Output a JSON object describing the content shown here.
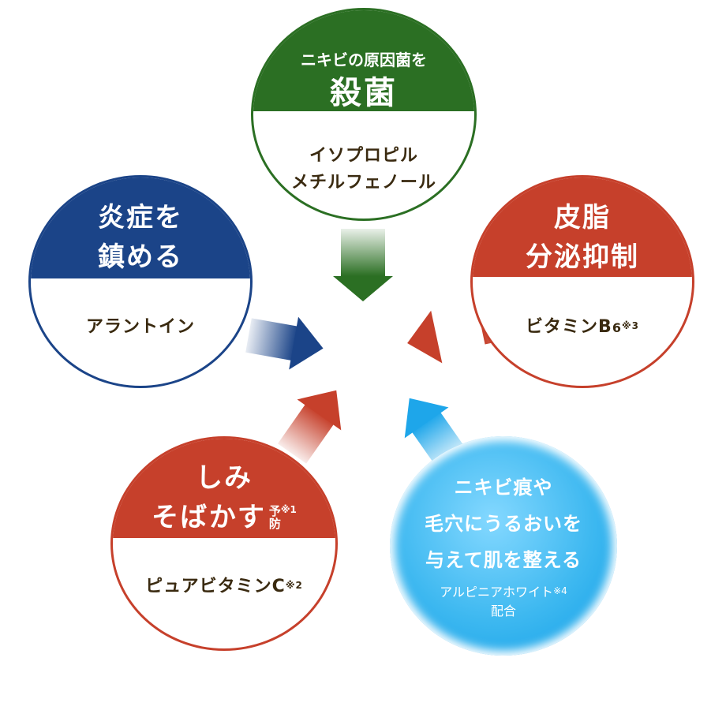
{
  "circles": {
    "sterilize": {
      "top_label": "ニキビの原因菌を",
      "title": "殺菌",
      "ingredient_line1": "イソプロピル",
      "ingredient_line2": "メチルフェノール",
      "color": "#2b6f23"
    },
    "inflammation": {
      "title_line1": "炎症を",
      "title_line2": "鎮める",
      "ingredient": "アラントイン",
      "color": "#1b4488"
    },
    "sebum": {
      "title_line1": "皮脂",
      "title_line2": "分泌抑制",
      "ingredient_name": "ビタミンB",
      "ingredient_sub": "6",
      "ingredient_note": "※3",
      "color": "#c6402b"
    },
    "spots": {
      "title_line1": "しみ",
      "title_line2": "そばかす",
      "prevent_char1": "予",
      "prevent_char2": "防",
      "prevent_note": "※1",
      "ingredient": "ピュアビタミンC",
      "ingredient_note": "※2",
      "color": "#c6402b"
    },
    "moisture": {
      "line1": "ニキビ痕や",
      "line2": "毛穴にうるおいを",
      "line3": "与えて肌を整える",
      "ingredient": "アルピニアホワイト",
      "ingredient_note": "※4",
      "ingredient_suffix": "配合",
      "color": "#1ea6ea"
    }
  }
}
